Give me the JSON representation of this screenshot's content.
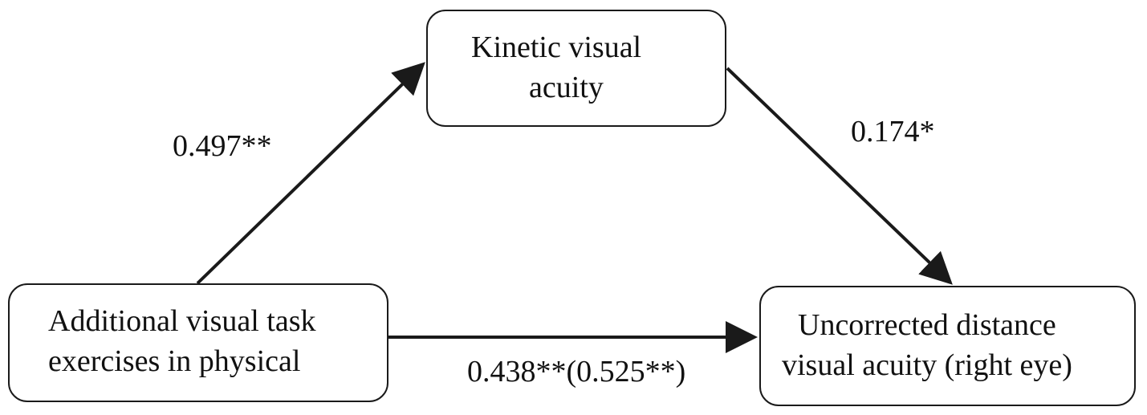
{
  "diagram": {
    "nodes": {
      "mediator": {
        "lines": [
          "Kinetic visual",
          "acuity"
        ]
      },
      "predictor": {
        "lines": [
          "Additional visual task",
          "exercises in physical"
        ]
      },
      "outcome": {
        "lines": [
          "Uncorrected distance",
          "visual acuity (right eye)"
        ]
      }
    },
    "edges": [
      {
        "from": "predictor",
        "to": "mediator",
        "label": "0.497**"
      },
      {
        "from": "mediator",
        "to": "outcome",
        "label": "0.174*"
      },
      {
        "from": "predictor",
        "to": "outcome",
        "label": "0.438**(0.525**)"
      }
    ],
    "colors": {
      "stroke": "#1a1a1a",
      "text": "#111111",
      "background": "#ffffff"
    }
  }
}
